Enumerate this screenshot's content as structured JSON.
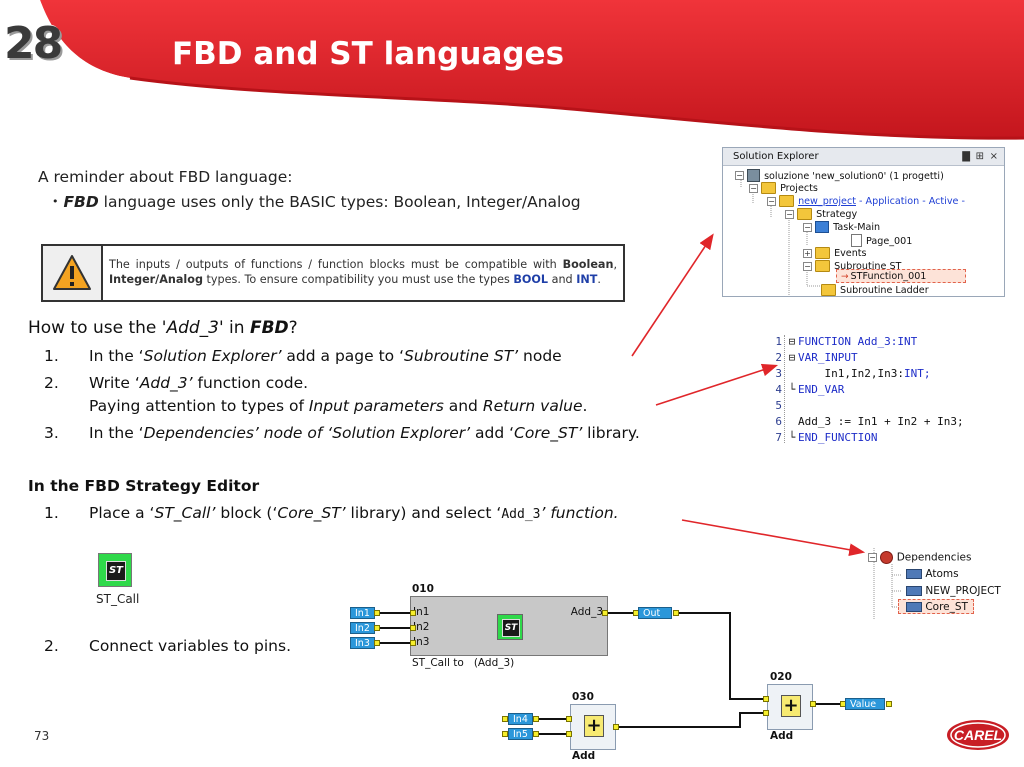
{
  "slide": {
    "number": "28",
    "title": "FBD and ST languages",
    "page_number": "73"
  },
  "colors": {
    "header_red": "#d9272e",
    "header_white": "#ffffff",
    "keyword_blue": "#1f3fa8",
    "arrow_red": "#e0262a",
    "fbd_var_blue": "#2b97da",
    "fbd_pin_yellow": "#f6ef2c",
    "st_green": "#2fd94a"
  },
  "intro": {
    "reminder": "A reminder about FBD language:",
    "bullet_prefix": "•",
    "bullet_term": "FBD",
    "bullet_text": " language uses only the BASIC types: Boolean, Integer/Analog"
  },
  "warning": {
    "icon": "warning-triangle-icon",
    "t1": "The inputs / outputs of functions / function blocks must be compatible with ",
    "k1": "Boolean",
    "t2": ", ",
    "k2": "Integer/Analog",
    "t3": " types. To ensure compatibility you must use the types ",
    "k3": "BOOL",
    "t4": " and ",
    "k4": "INT",
    "t5": "."
  },
  "howto": {
    "title_pre": "How to use the '",
    "title_func": "Add_3",
    "title_mid": "' in ",
    "title_lang": "FBD",
    "title_post": "?",
    "step1": {
      "num": "1.",
      "a": "In the ‘",
      "b": "Solution Explorer’",
      "c": " add a page to ‘",
      "d": "Subroutine ST’",
      "e": " node"
    },
    "step2": {
      "num": "2.",
      "a": "Write ‘",
      "b": "Add_3’",
      "c": " function code.",
      "line2_a": "Paying attention to types of ",
      "line2_b": "Input parameters",
      "line2_c": " and ",
      "line2_d": "Return value",
      "line2_e": "."
    },
    "step3": {
      "num": "3.",
      "a": "In the ‘",
      "b": "Dependencies’ node of ‘Solution Explorer’",
      "c": " add ‘",
      "d": "Core_ST’",
      "e": " library."
    }
  },
  "editor": {
    "title": "In the FBD Strategy Editor",
    "step1": {
      "num": "1.",
      "a": "Place a ‘",
      "b": "ST_Call’",
      "c": " block (‘",
      "d": "Core_ST’",
      "e": " library) and select ‘",
      "f": "Add_3",
      "g": "’ function."
    },
    "step2": {
      "num": "2.",
      "text": "Connect variables to pins."
    },
    "st_call_label": "ST_Call"
  },
  "solution_explorer": {
    "header": "Solution Explorer",
    "header_pin": "▇",
    "header_dock": "⊞",
    "header_close": "×",
    "rows": [
      {
        "label": "soluzione 'new_solution0' (1 progetti)"
      },
      {
        "label": "Projects"
      },
      {
        "label": "new_project",
        "suffix": " - Application - Active -"
      },
      {
        "label": "Strategy"
      },
      {
        "label": "Task-Main"
      },
      {
        "label": "Page_001"
      },
      {
        "label": "Events"
      },
      {
        "label": "Subroutine ST"
      },
      {
        "label": "STFunction_001"
      },
      {
        "label": "Subroutine Ladder"
      }
    ]
  },
  "code": {
    "lines": [
      {
        "n": "1",
        "kw": "FUNCTION",
        "tx": " Add_3:",
        "kw2": "INT"
      },
      {
        "n": "2",
        "kw": "VAR_INPUT",
        "tx": "",
        "kw2": ""
      },
      {
        "n": "3",
        "kw": "",
        "tx": "    In1,In2,In3:",
        "kw2": "INT;"
      },
      {
        "n": "4",
        "kw": "END_VAR",
        "tx": "",
        "kw2": ""
      },
      {
        "n": "5",
        "kw": "",
        "tx": "",
        "kw2": ""
      },
      {
        "n": "6",
        "kw": "",
        "tx": "Add_3 := In1 + In2 + In3;",
        "kw2": ""
      },
      {
        "n": "7",
        "kw": "END_FUNCTION",
        "tx": "",
        "kw2": ""
      }
    ]
  },
  "dependencies": {
    "root": "Dependencies",
    "items": [
      "Atoms",
      "NEW_PROJECT",
      "Core_ST"
    ]
  },
  "fbd": {
    "block_010": {
      "id": "010",
      "in1": "In1",
      "in2": "In2",
      "in3": "In3",
      "out": "Add_3",
      "footer_a": "ST_Call to",
      "footer_b": "(Add_3)"
    },
    "block_020": {
      "id": "020",
      "name": "Add",
      "symbol": "+"
    },
    "block_030": {
      "id": "030",
      "name": "Add",
      "symbol": "+"
    },
    "vars": {
      "in1": "In1",
      "in2": "In2",
      "in3": "In3",
      "out": "Out",
      "in4": "In4",
      "in5": "In5",
      "value": "Value"
    }
  },
  "logo": {
    "text": "CAREL"
  }
}
